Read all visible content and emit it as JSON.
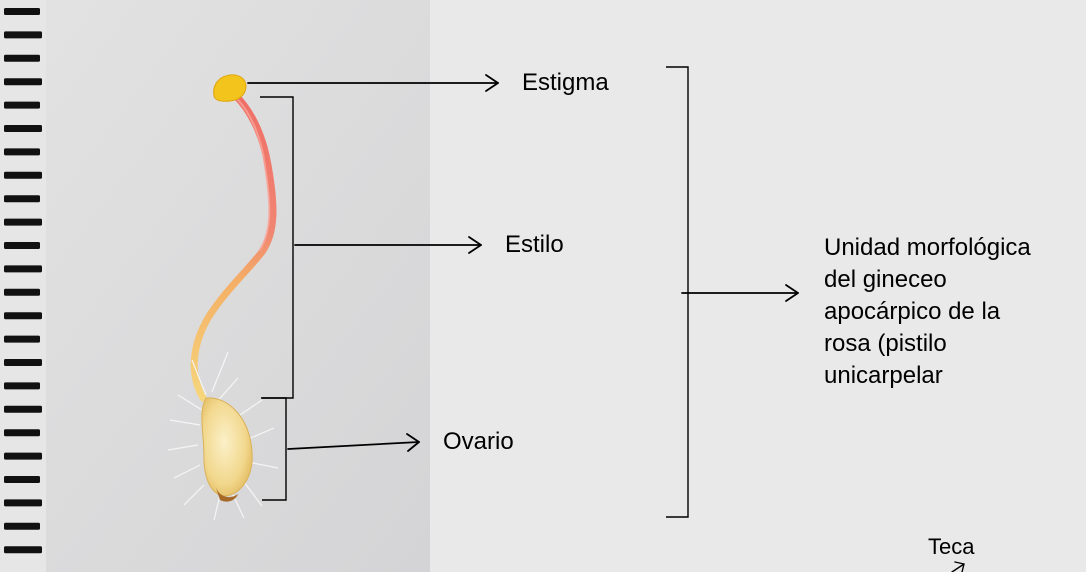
{
  "labels": {
    "estigma": "Estigma",
    "estilo": "Estilo",
    "ovario": "Ovario",
    "teca": "Teca"
  },
  "unit_description": {
    "lines": [
      "Unidad morfológica",
      "del gineceo",
      "apocárpico de la",
      "rosa (pistilo",
      "unicarpelar"
    ]
  },
  "colors": {
    "slide_background": "#e9e9e9",
    "photo_background": "#dcdcdc",
    "ruler_marks": "#111111",
    "stigma": "#f2c21b",
    "style_red": "#ee7a6a",
    "style_yellow": "#f3c56a",
    "ovary": "#f3dc95",
    "annotation": "#000000"
  }
}
